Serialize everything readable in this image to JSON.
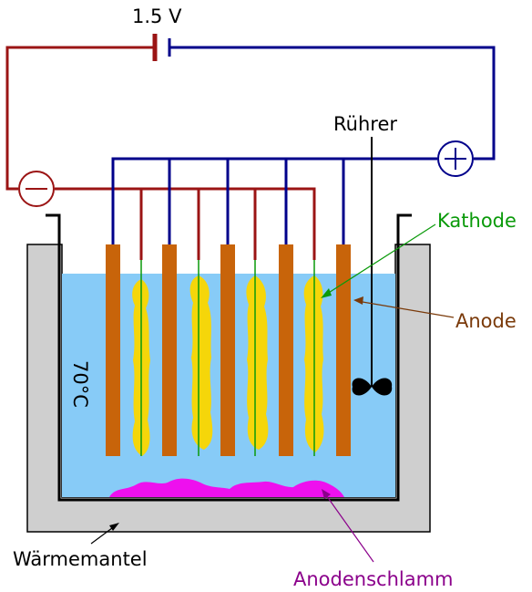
{
  "labels": {
    "voltage": "1.5 V",
    "stirrer": "Rührer",
    "cathode": "Kathode",
    "anode": "Anode",
    "temperature": "70°C",
    "heating_jacket": "Wärmemantel",
    "anode_sludge": "Anodenschlamm"
  },
  "terminals": {
    "negative": "−",
    "positive": "+"
  },
  "colors": {
    "negative_wire": "#9b1414",
    "positive_wire": "#00008b",
    "electrolyte": "#87cbf7",
    "jacket": "#cfcfcf",
    "anode_plate": "#c8640a",
    "cathode_deposit": "#f5d60a",
    "sludge": "#ee10ee",
    "cathode_label": "#0a9a0a",
    "anode_label": "#7a3a0a",
    "sludge_label": "#8b008b"
  }
}
